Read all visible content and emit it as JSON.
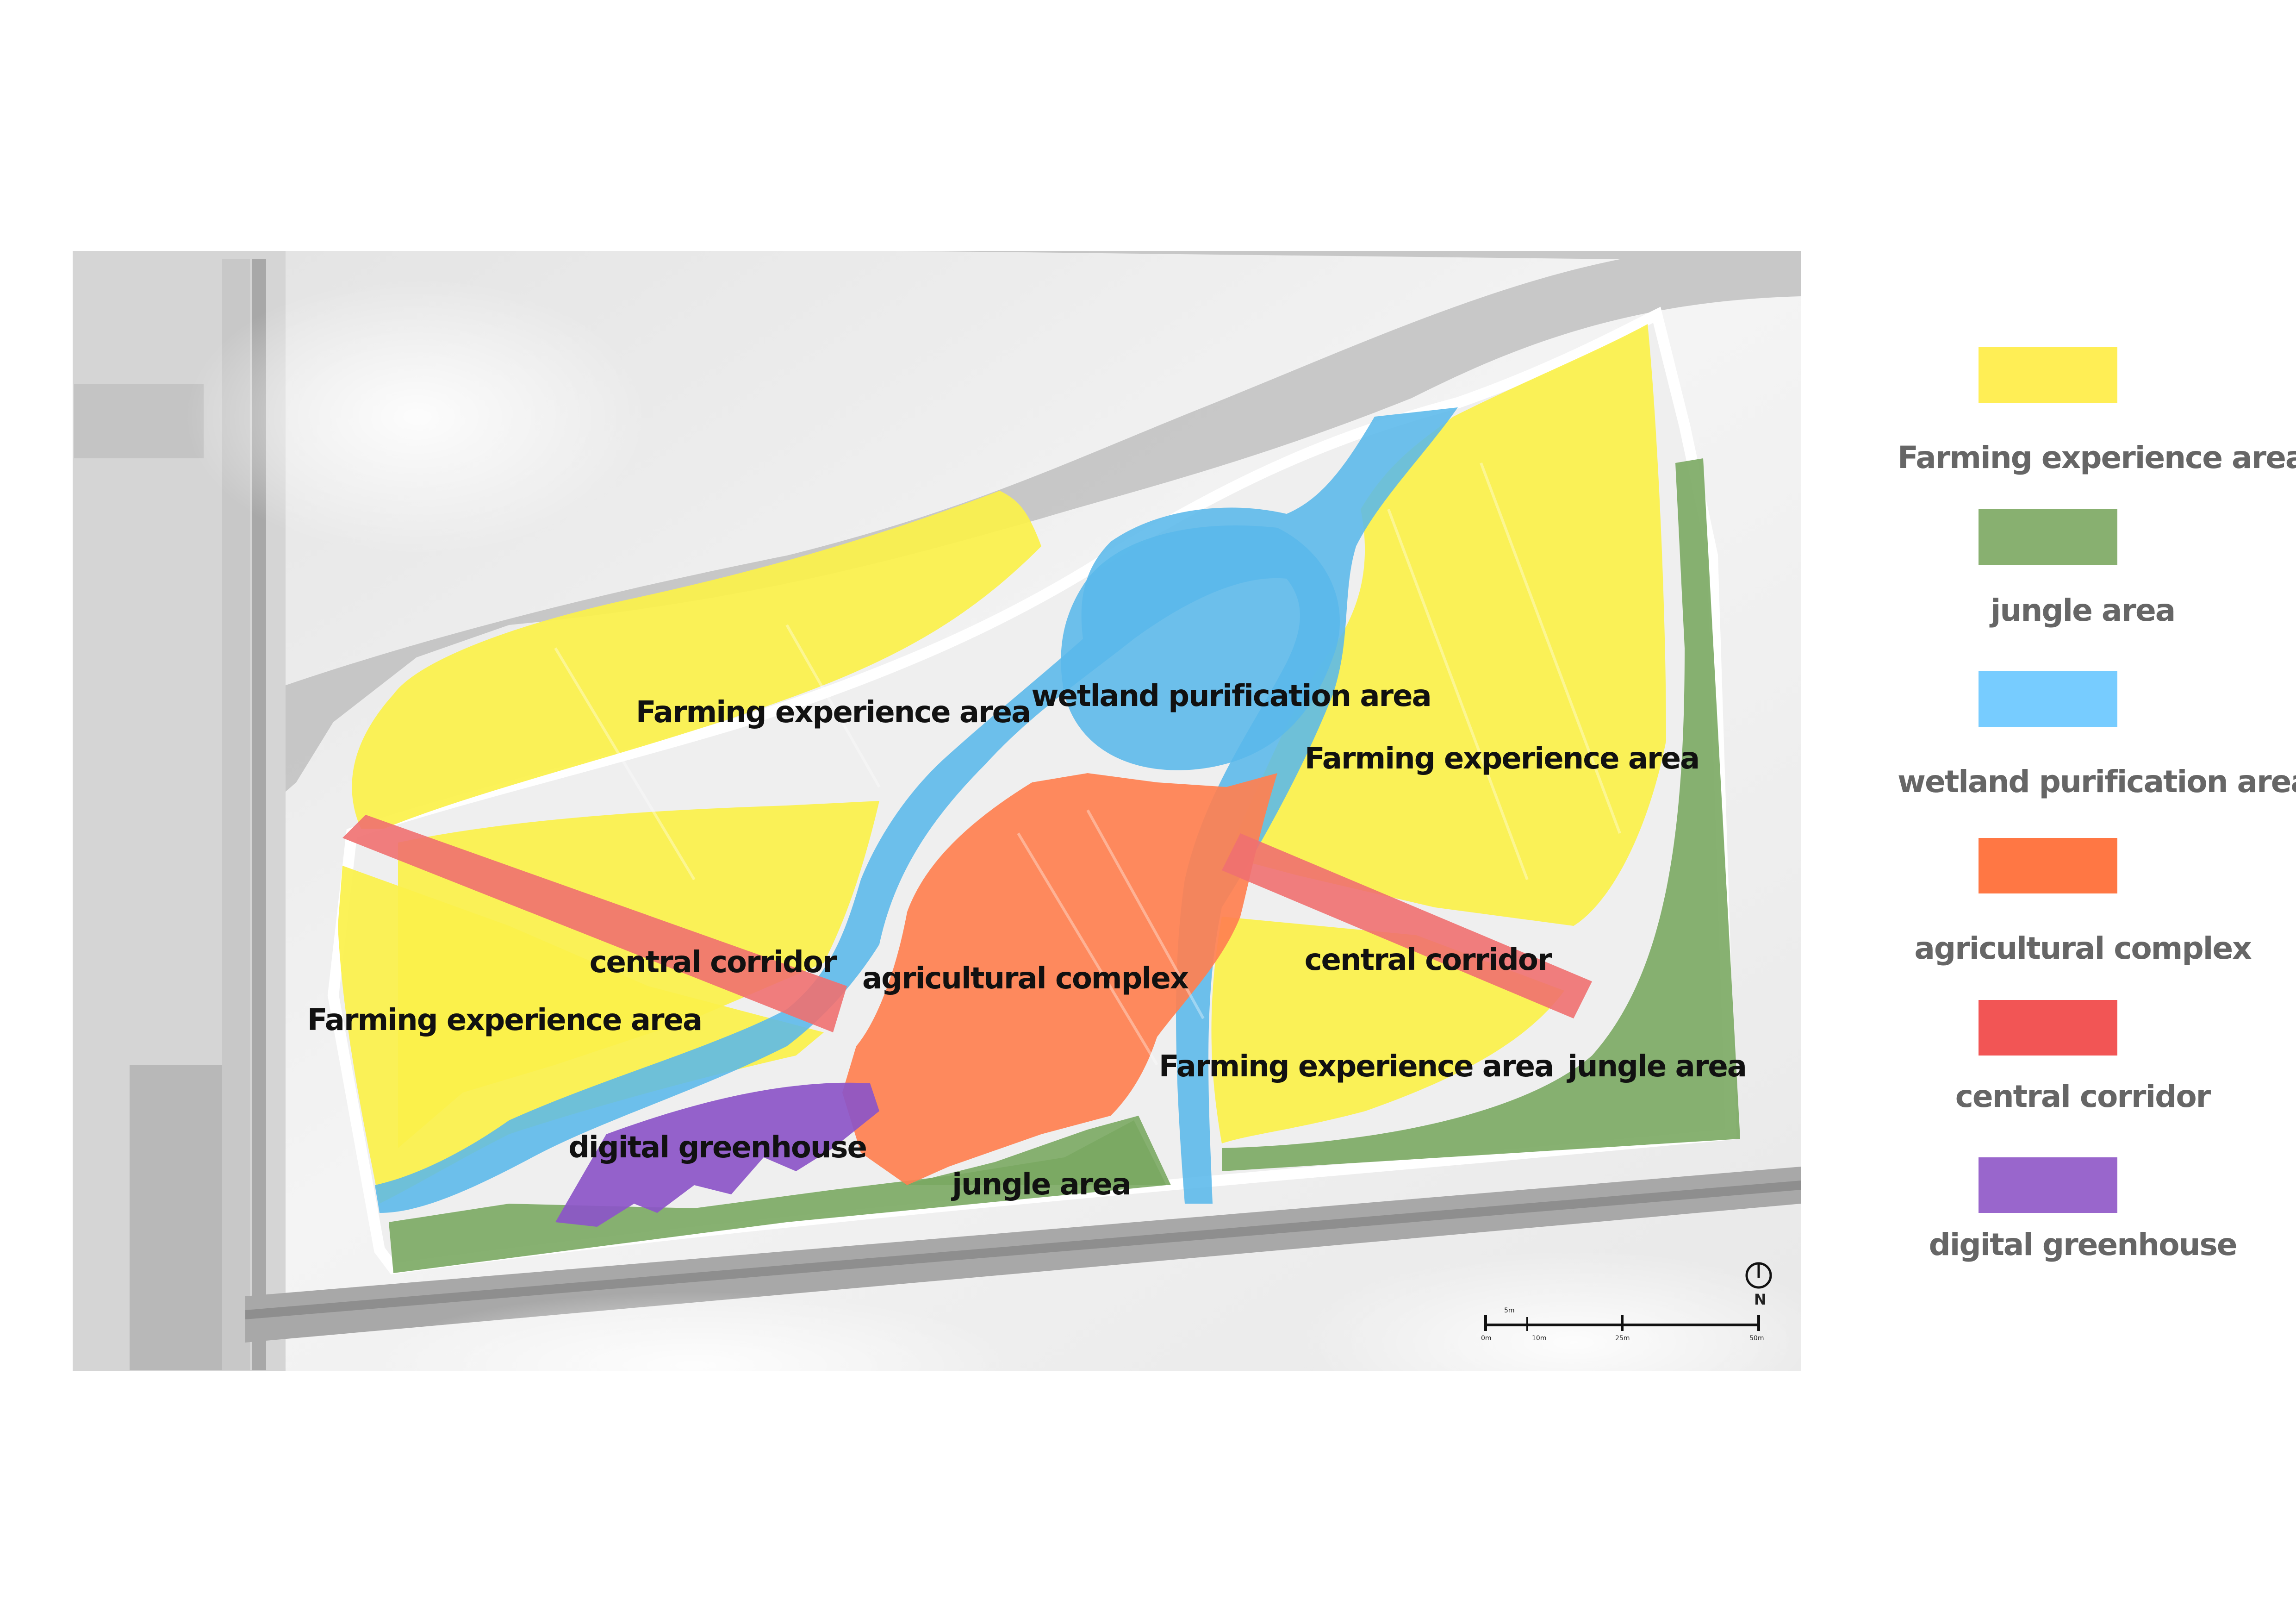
{
  "map": {
    "labels": {
      "farming_1": "Farming experience area",
      "farming_2": "Farming experience area",
      "farming_3": "Farming experience area",
      "farming_4": "Farming experience area",
      "wetland": "wetland purification area",
      "agri_complex": "agricultural complex",
      "corridor_1": "central corridor",
      "corridor_2": "central corridor",
      "greenhouse": "digital greenhouse",
      "jungle_1": "jungle area",
      "jungle_2": "jungle area"
    },
    "north_label": "N",
    "scale_labels": [
      "0m",
      "5m",
      "10m",
      "25m",
      "50m"
    ]
  },
  "legend": {
    "items": [
      {
        "label": "Farming experience area",
        "color": "#ffee55"
      },
      {
        "label": "jungle area",
        "color": "#88b070"
      },
      {
        "label": "wetland purification area",
        "color": "#77ccff"
      },
      {
        "label": "agricultural complex",
        "color": "#ff7744"
      },
      {
        "label": "central corridor",
        "color": "#f25555"
      },
      {
        "label": "digital greenhouse",
        "color": "#9966cc"
      }
    ]
  },
  "colors": {
    "farming": "#fbf14a",
    "jungle": "#7aa862",
    "wetland": "#5ab8ea",
    "agri": "#ff8050",
    "corridor": "#f07070",
    "greenhouse": "#8c55c8"
  }
}
